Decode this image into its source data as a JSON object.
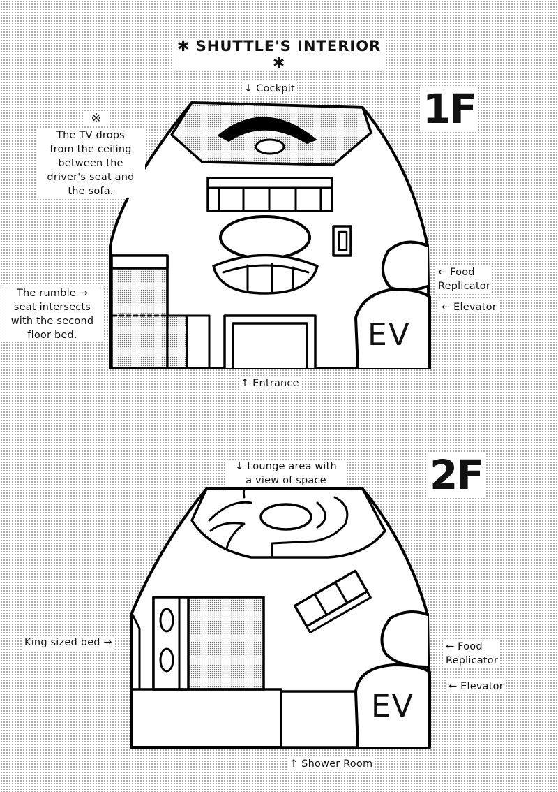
{
  "title": "✱ SHUTTLE'S INTERIOR ✱",
  "floor1": {
    "floor_label": "1F",
    "cockpit_label": "↓ Cockpit",
    "tv_note_mark": "※",
    "tv_note": "The TV drops\nfrom the ceiling\nbetween the\ndriver's seat and\nthe sofa.",
    "rumble_seat_note": "The rumble →\nseat intersects\nwith the second\nfloor bed.",
    "food_replicator_label": "← Food\nReplicator",
    "elevator_label": "← Elevator",
    "entrance_label": "↑ Entrance",
    "ev_label": "EV"
  },
  "floor2": {
    "floor_label": "2F",
    "lounge_label": "↓ Lounge area with\na view of space",
    "bed_label": "King sized bed →",
    "food_replicator_label": "← Food\nReplicator",
    "elevator_label": "← Elevator",
    "shower_label": "↑ Shower Room",
    "ev_label": "EV"
  }
}
